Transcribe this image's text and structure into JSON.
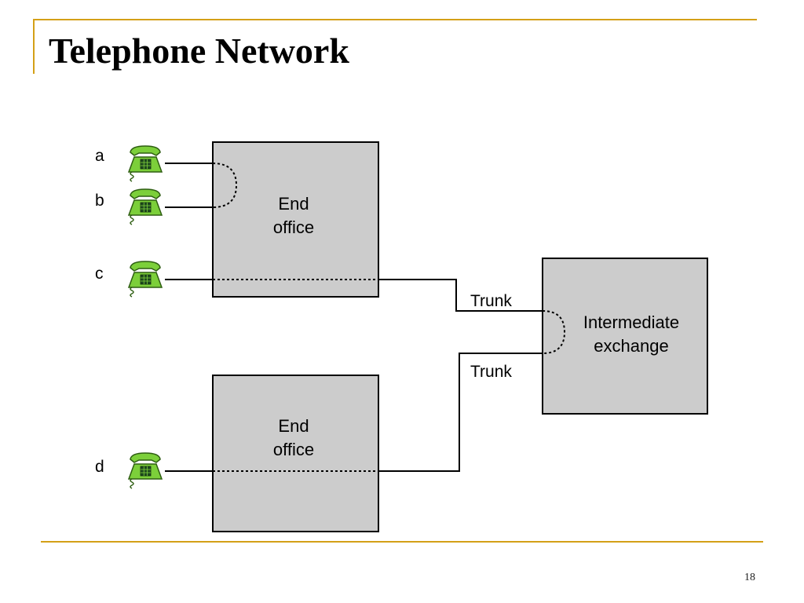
{
  "slide": {
    "title": "Telephone Network",
    "page_number": "18"
  },
  "colors": {
    "accent_rule": "#d4a017",
    "office_fill": "#cccccc",
    "phone_green": "#7ccf3a",
    "phone_outline": "#2e5e12",
    "line": "#000000"
  },
  "diagram": {
    "phones": [
      {
        "label": "a",
        "icon": "telephone-icon"
      },
      {
        "label": "b",
        "icon": "telephone-icon"
      },
      {
        "label": "c",
        "icon": "telephone-icon"
      },
      {
        "label": "d",
        "icon": "telephone-icon"
      }
    ],
    "offices": [
      {
        "line1": "End",
        "line2": "office"
      },
      {
        "line1": "End",
        "line2": "office"
      }
    ],
    "exchange": {
      "line1": "Intermediate",
      "line2": "exchange"
    },
    "trunks": [
      "Trunk",
      "Trunk"
    ]
  }
}
